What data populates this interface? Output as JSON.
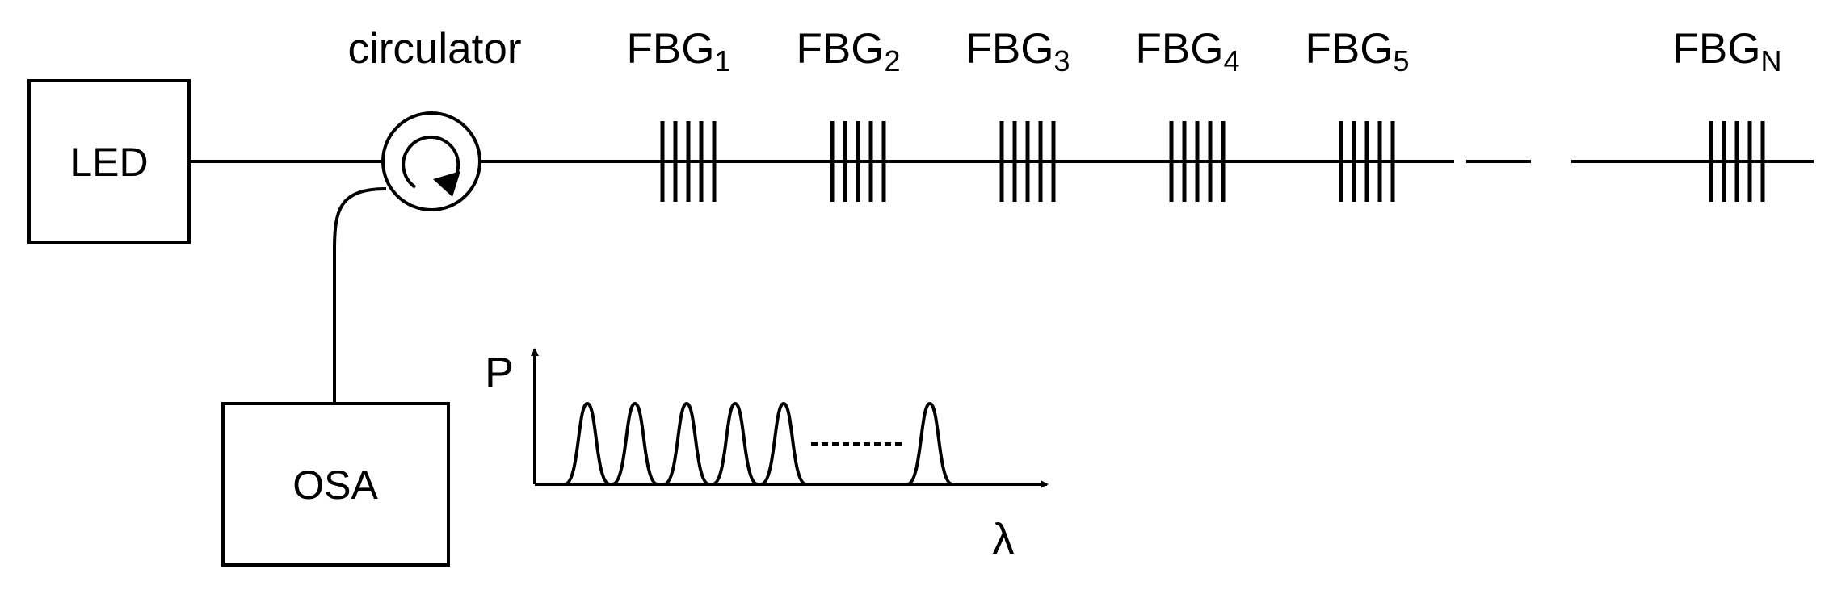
{
  "components": {
    "source": "LED",
    "circulator": "circulator",
    "analyzer": "OSA"
  },
  "gratings": [
    {
      "base": "FBG",
      "sub": "1"
    },
    {
      "base": "FBG",
      "sub": "2"
    },
    {
      "base": "FBG",
      "sub": "3"
    },
    {
      "base": "FBG",
      "sub": "4"
    },
    {
      "base": "FBG",
      "sub": "5"
    },
    {
      "base": "FBG",
      "sub": "N"
    }
  ],
  "spectrum": {
    "y_axis": "P",
    "x_axis": "λ",
    "peak_count": 6
  },
  "colors": {
    "stroke": "#000000",
    "background": "#ffffff"
  }
}
